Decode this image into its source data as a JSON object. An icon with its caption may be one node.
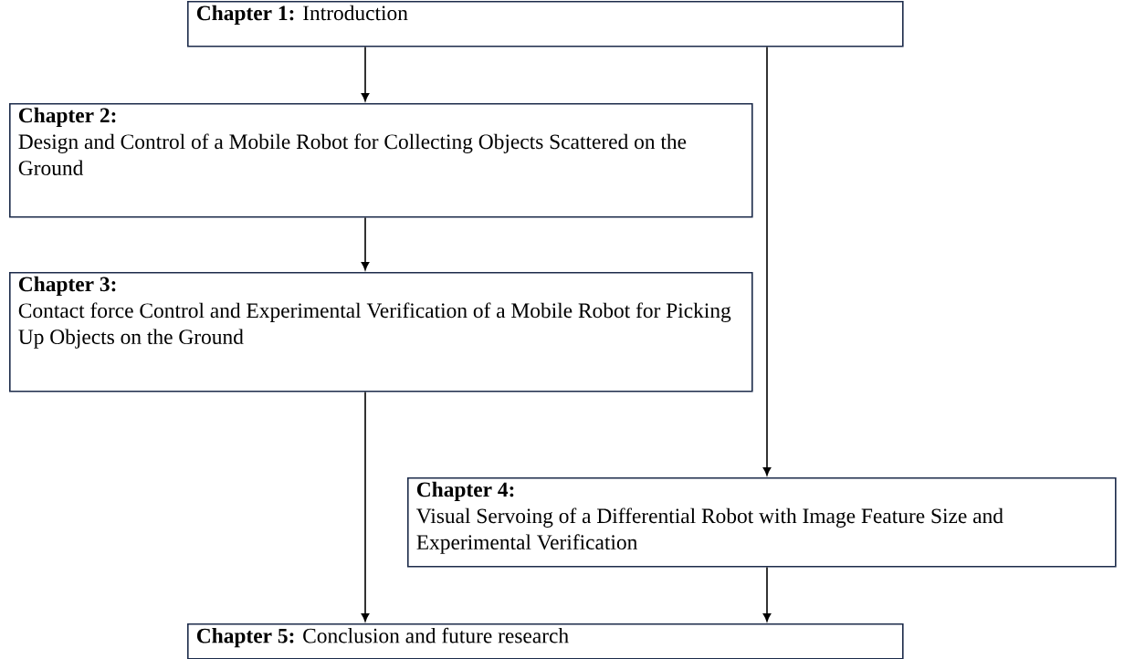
{
  "diagram": {
    "nodes": [
      {
        "text": [
          "**Chapter 1:** Introduction"
        ]
      },
      {
        "text": [
          "Chapter 2:",
          "Design and Control of a Mobile Robot for Collecting Objects Scattered on the Ground"
        ]
      },
      {
        "text": [
          "Chapter 3:",
          "Contact force Control and Experimental Verification of a Mobile Robot for Picking Up Objects on the Ground"
        ]
      },
      {
        "text": [
          "Chapter 4:",
          "Visual Servoing of a Differential Robot with Image Feature Size and Experimental Verification"
        ]
      },
      {
        "text": [
          "**Chapter 5:** Conclusion and future research"
        ]
      }
    ],
    "edges": [
      {
        "from": 0,
        "to": 1,
        "arrow": "to"
      },
      {
        "from": 1,
        "to": 2,
        "arrow": "to"
      },
      {
        "from": 0,
        "to": 3,
        "arrow": "to"
      },
      {
        "from": 2,
        "to": 4,
        "arrow": "to"
      },
      {
        "from": 3,
        "to": 4,
        "arrow": "to"
      }
    ]
  }
}
